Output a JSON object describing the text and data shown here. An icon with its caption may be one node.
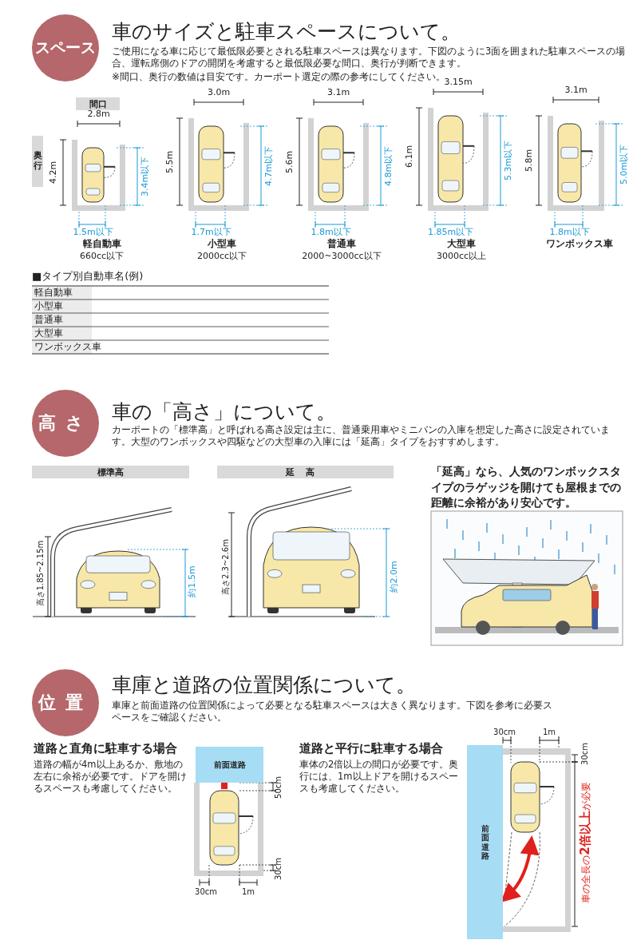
{
  "diagram": {
    "nodes": [
      {
        "text": [
          "スペース"
        ]
      },
      {
        "text": [
          "間口"
        ]
      },
      {
        "text": [
          "奥行"
        ]
      },
      {
        "text": [
          "高さ"
        ]
      },
      {
        "text": [
          "標準高"
        ]
      },
      {
        "text": [
          "延高"
        ]
      },
      {
        "text": [
          "位置"
        ]
      },
      {
        "text": [
          "前面道路"
        ]
      },
      {
        "text": [
          "前面道路"
        ]
      }
    ],
    "labels": [
      "車のサイズと駐車スペースについて。",
      "ご使用になる車に応じて最低限必要とされる駐車スペースは異なります。下図のように3面を囲まれた駐車スペースの場合、運転席側のドアの開閉を考慮すると最低限必要な間口、奥行が判断できます。",
      "※間口、奥行の数値は目安です。カーポート選定の際の参考にしてください。",
      "2.8m",
      "4.2m",
      "3.4m以下",
      "1.5m以下",
      "軽自動車",
      "660cc以下",
      "3.0m",
      "5.5m",
      "4.7m以下",
      "1.7m以下",
      "小型車",
      "2000cc以下",
      "3.1m",
      "5.6m",
      "4.8m以下",
      "1.8m以下",
      "普通車",
      "2000~3000cc以下",
      "3.15m",
      "6.1m",
      "5.3m以下",
      "1.85m以下",
      "大型車",
      "3000cc以上",
      "3.1m",
      "5.8m",
      "5.0m以下",
      "1.8m以下",
      "ワンボックス車",
      "■タイプ別自動車名(例)",
      "軽自動車",
      "小型車",
      "普通車",
      "大型車",
      "ワンボックス車",
      "車の「高さ」について。",
      "カーポートの「標準高」と呼ばれる高さ設定は主に、普通乗用車やミニバンの入庫を想定した高さに設定されています。大型のワンボックスや四駆などの大型車の入庫には「延高」タイプをおすすめします。",
      "高さ1.85~2.15m",
      "約1.5m",
      "高さ2.3~2.6m",
      "約2.0m",
      "「延高」なら、人気のワンボックスタイプのラゲッジを開けても屋根までの距離に余裕があり安心です。",
      "車庫と道路の位置関係について。",
      "車庫と前面道路の位置関係によって必要となる駐車スペースは大きく異なります。下図を参考に必要スペースをご確認ください。",
      "道路と直角に駐車する場合",
      "道路の幅が4m以上あるか、敷地の左右に余裕が必要です。ドアを開けるスペースも考慮してください。",
      "50cm",
      "30cm",
      "30cm",
      "1m",
      "道路と平行に駐車する場合",
      "車体の2倍以上の間口が必要です。奥行には、1m以上ドアを開けるスペースも考慮してください。",
      "30cm",
      "1m",
      "30cm",
      "車の全長の**2倍以上**が必要"
    ]
  }
}
